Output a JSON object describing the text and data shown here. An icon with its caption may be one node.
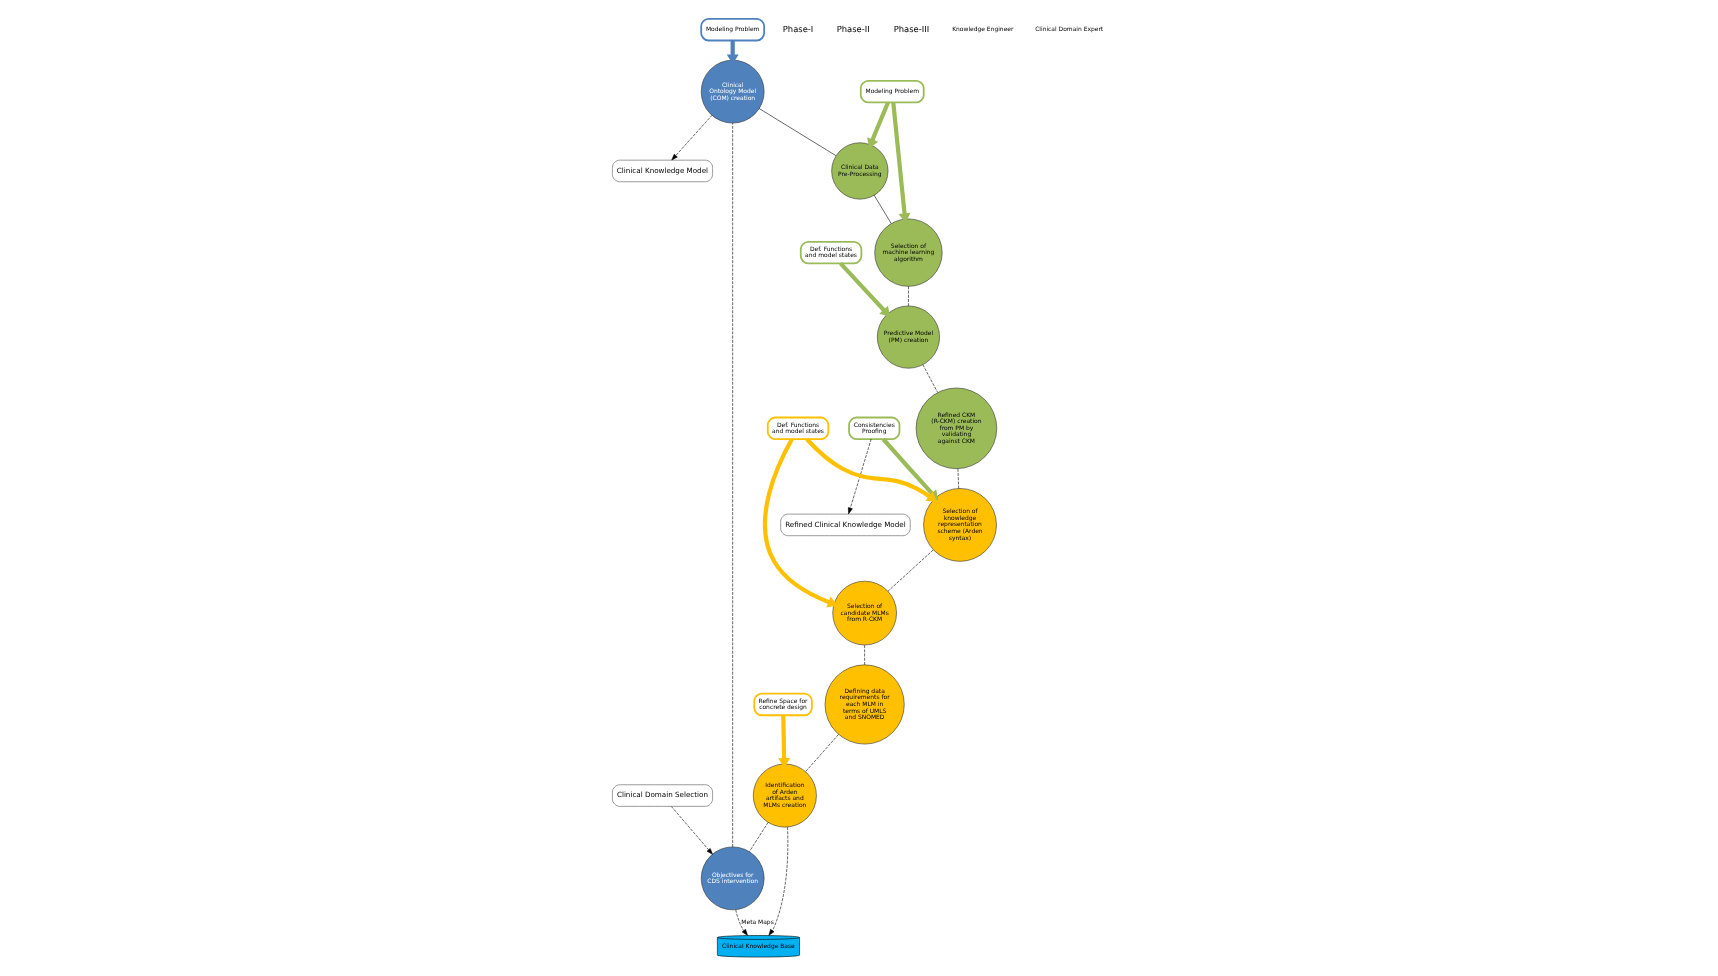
{
  "diagram": {
    "nodes": [
      {
        "text": [
          "Clinical Knowledge Model"
        ]
      },
      {
        "text": [
          "Clinical Ontology Model (COM) creation"
        ]
      },
      {
        "text": [
          "Objectives for CDS intervention"
        ]
      },
      {
        "text": [
          "Clinical Domain Selection"
        ]
      },
      {
        "text": [
          "Clinical Data Pre-Processing"
        ]
      },
      {
        "text": [
          "Selection of machine learning algorithm"
        ]
      },
      {
        "text": [
          "Predictive Model (PM) creation"
        ]
      },
      {
        "text": [
          "Refined CKM (R-CKM) creation from PM by validating against CKM"
        ]
      },
      {
        "text": [
          "Clinical Knowledge Base"
        ]
      },
      {
        "text": [
          "Identification of Arden artifacts and MLMs creation"
        ]
      },
      {
        "text": [
          "Defining data requirements for each MLM in terms of UMLS and SNOMED"
        ]
      },
      {
        "text": [
          "Selection of candidate MLMs from R-CKM"
        ]
      },
      {
        "text": [
          "Selection of knowledge representation scheme (Arden syntax)"
        ]
      },
      {
        "text": [
          "Refined Clinical Knowledge Model"
        ]
      },
      {
        "text": [
          "Modeling Problem"
        ]
      },
      {
        "text": [
          "Modeling Problem"
        ]
      },
      {
        "text": [
          "Def. Functions and model states"
        ]
      },
      {
        "text": [
          "Consistencies Proofing"
        ]
      },
      {
        "text": [
          "Refine Space for concrete design"
        ]
      },
      {
        "text": [
          "Def. Functions and model states"
        ]
      }
    ],
    "edges": [
      {
        "from": 1,
        "to": 4,
        "arrow": "none"
      },
      {
        "from": 4,
        "to": 5,
        "arrow": "none"
      },
      {
        "from": 5,
        "to": 6,
        "arrow": "none",
        "style": "dashed"
      },
      {
        "from": 6,
        "to": 7,
        "arrow": "none",
        "style": "dashed"
      },
      {
        "from": 7,
        "to": 12,
        "arrow": "none",
        "style": "dashed"
      },
      {
        "from": 12,
        "to": 11,
        "arrow": "none",
        "style": "dashed"
      },
      {
        "from": 11,
        "to": 10,
        "arrow": "none",
        "style": "dashed"
      },
      {
        "from": 10,
        "to": 9,
        "arrow": "none",
        "style": "dashed"
      },
      {
        "from": 9,
        "to": 2,
        "arrow": "none",
        "style": "dashed"
      },
      {
        "from": 2,
        "to": 1,
        "arrow": "none",
        "style": "dashed"
      },
      {
        "from": 1,
        "to": 0,
        "arrow": "to",
        "style": "dashed"
      },
      {
        "from": 3,
        "to": 2,
        "arrow": "to",
        "style": "dashed"
      },
      {
        "from": 9,
        "to": 8,
        "arrow": "to",
        "style": "dashed"
      },
      {
        "from": 2,
        "to": 8,
        "arrow": "to",
        "label": "Meta Maps",
        "style": "dashed"
      },
      {
        "from": 17,
        "to": 13,
        "arrow": "to",
        "style": "dashed"
      },
      {
        "from": 14,
        "to": 1,
        "arrow": "to",
        "style": "thick",
        "color": "#4f81bd"
      },
      {
        "from": 15,
        "to": 4,
        "arrow": "to",
        "style": "thick",
        "color": "#9bbb59"
      },
      {
        "from": 15,
        "to": 5,
        "arrow": "to",
        "style": "thick",
        "color": "#9bbb59"
      },
      {
        "from": 16,
        "to": 6,
        "arrow": "to",
        "style": "thick",
        "color": "#9bbb59"
      },
      {
        "from": 17,
        "to": 12,
        "arrow": "to",
        "style": "thick",
        "color": "#9bbb59"
      },
      {
        "from": 18,
        "to": 9,
        "arrow": "to",
        "style": "thick",
        "color": "#ffc000"
      },
      {
        "from": 19,
        "to": 11,
        "arrow": "to",
        "style": "thick",
        "color": "#ffc000"
      },
      {
        "from": 19,
        "to": 12,
        "arrow": "to",
        "style": "thick",
        "color": "#ffc000"
      }
    ],
    "labels": [
      "Phase-I",
      "Phase-II",
      "Phase-III"
    ],
    "legend": [
      {
        "text": "Knowledge Engineer"
      },
      {
        "text": "Clinical Domain Expert"
      }
    ]
  }
}
